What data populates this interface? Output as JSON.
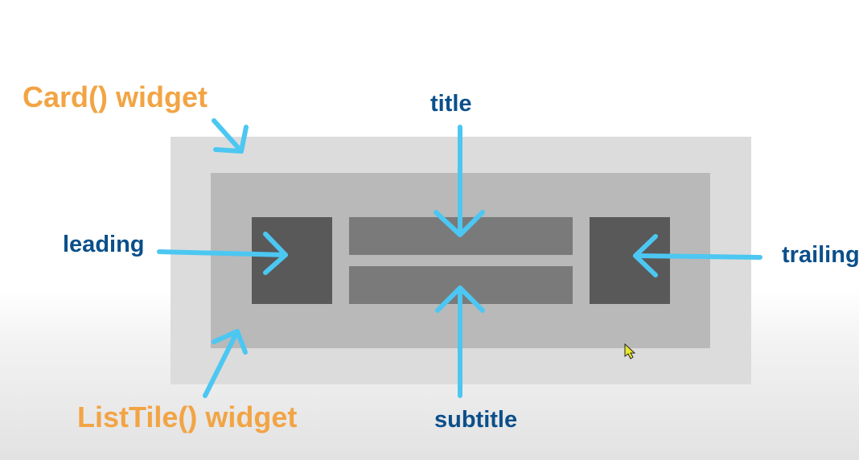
{
  "labels": {
    "card": "Card() widget",
    "listtile": "ListTile() widget",
    "title": "title",
    "subtitle": "subtitle",
    "leading": "leading",
    "trailing": "trailing"
  },
  "colors": {
    "arrow": "#4cc7f2",
    "orange_label": "#f2a444",
    "blue_label": "#0b4f8a",
    "card": "#dcdcdc",
    "listtile": "#b9b9b9",
    "side_boxes": "#595959",
    "text_bars": "#7a7a7a"
  },
  "icons": {
    "cursor": "mouse-pointer-icon"
  }
}
